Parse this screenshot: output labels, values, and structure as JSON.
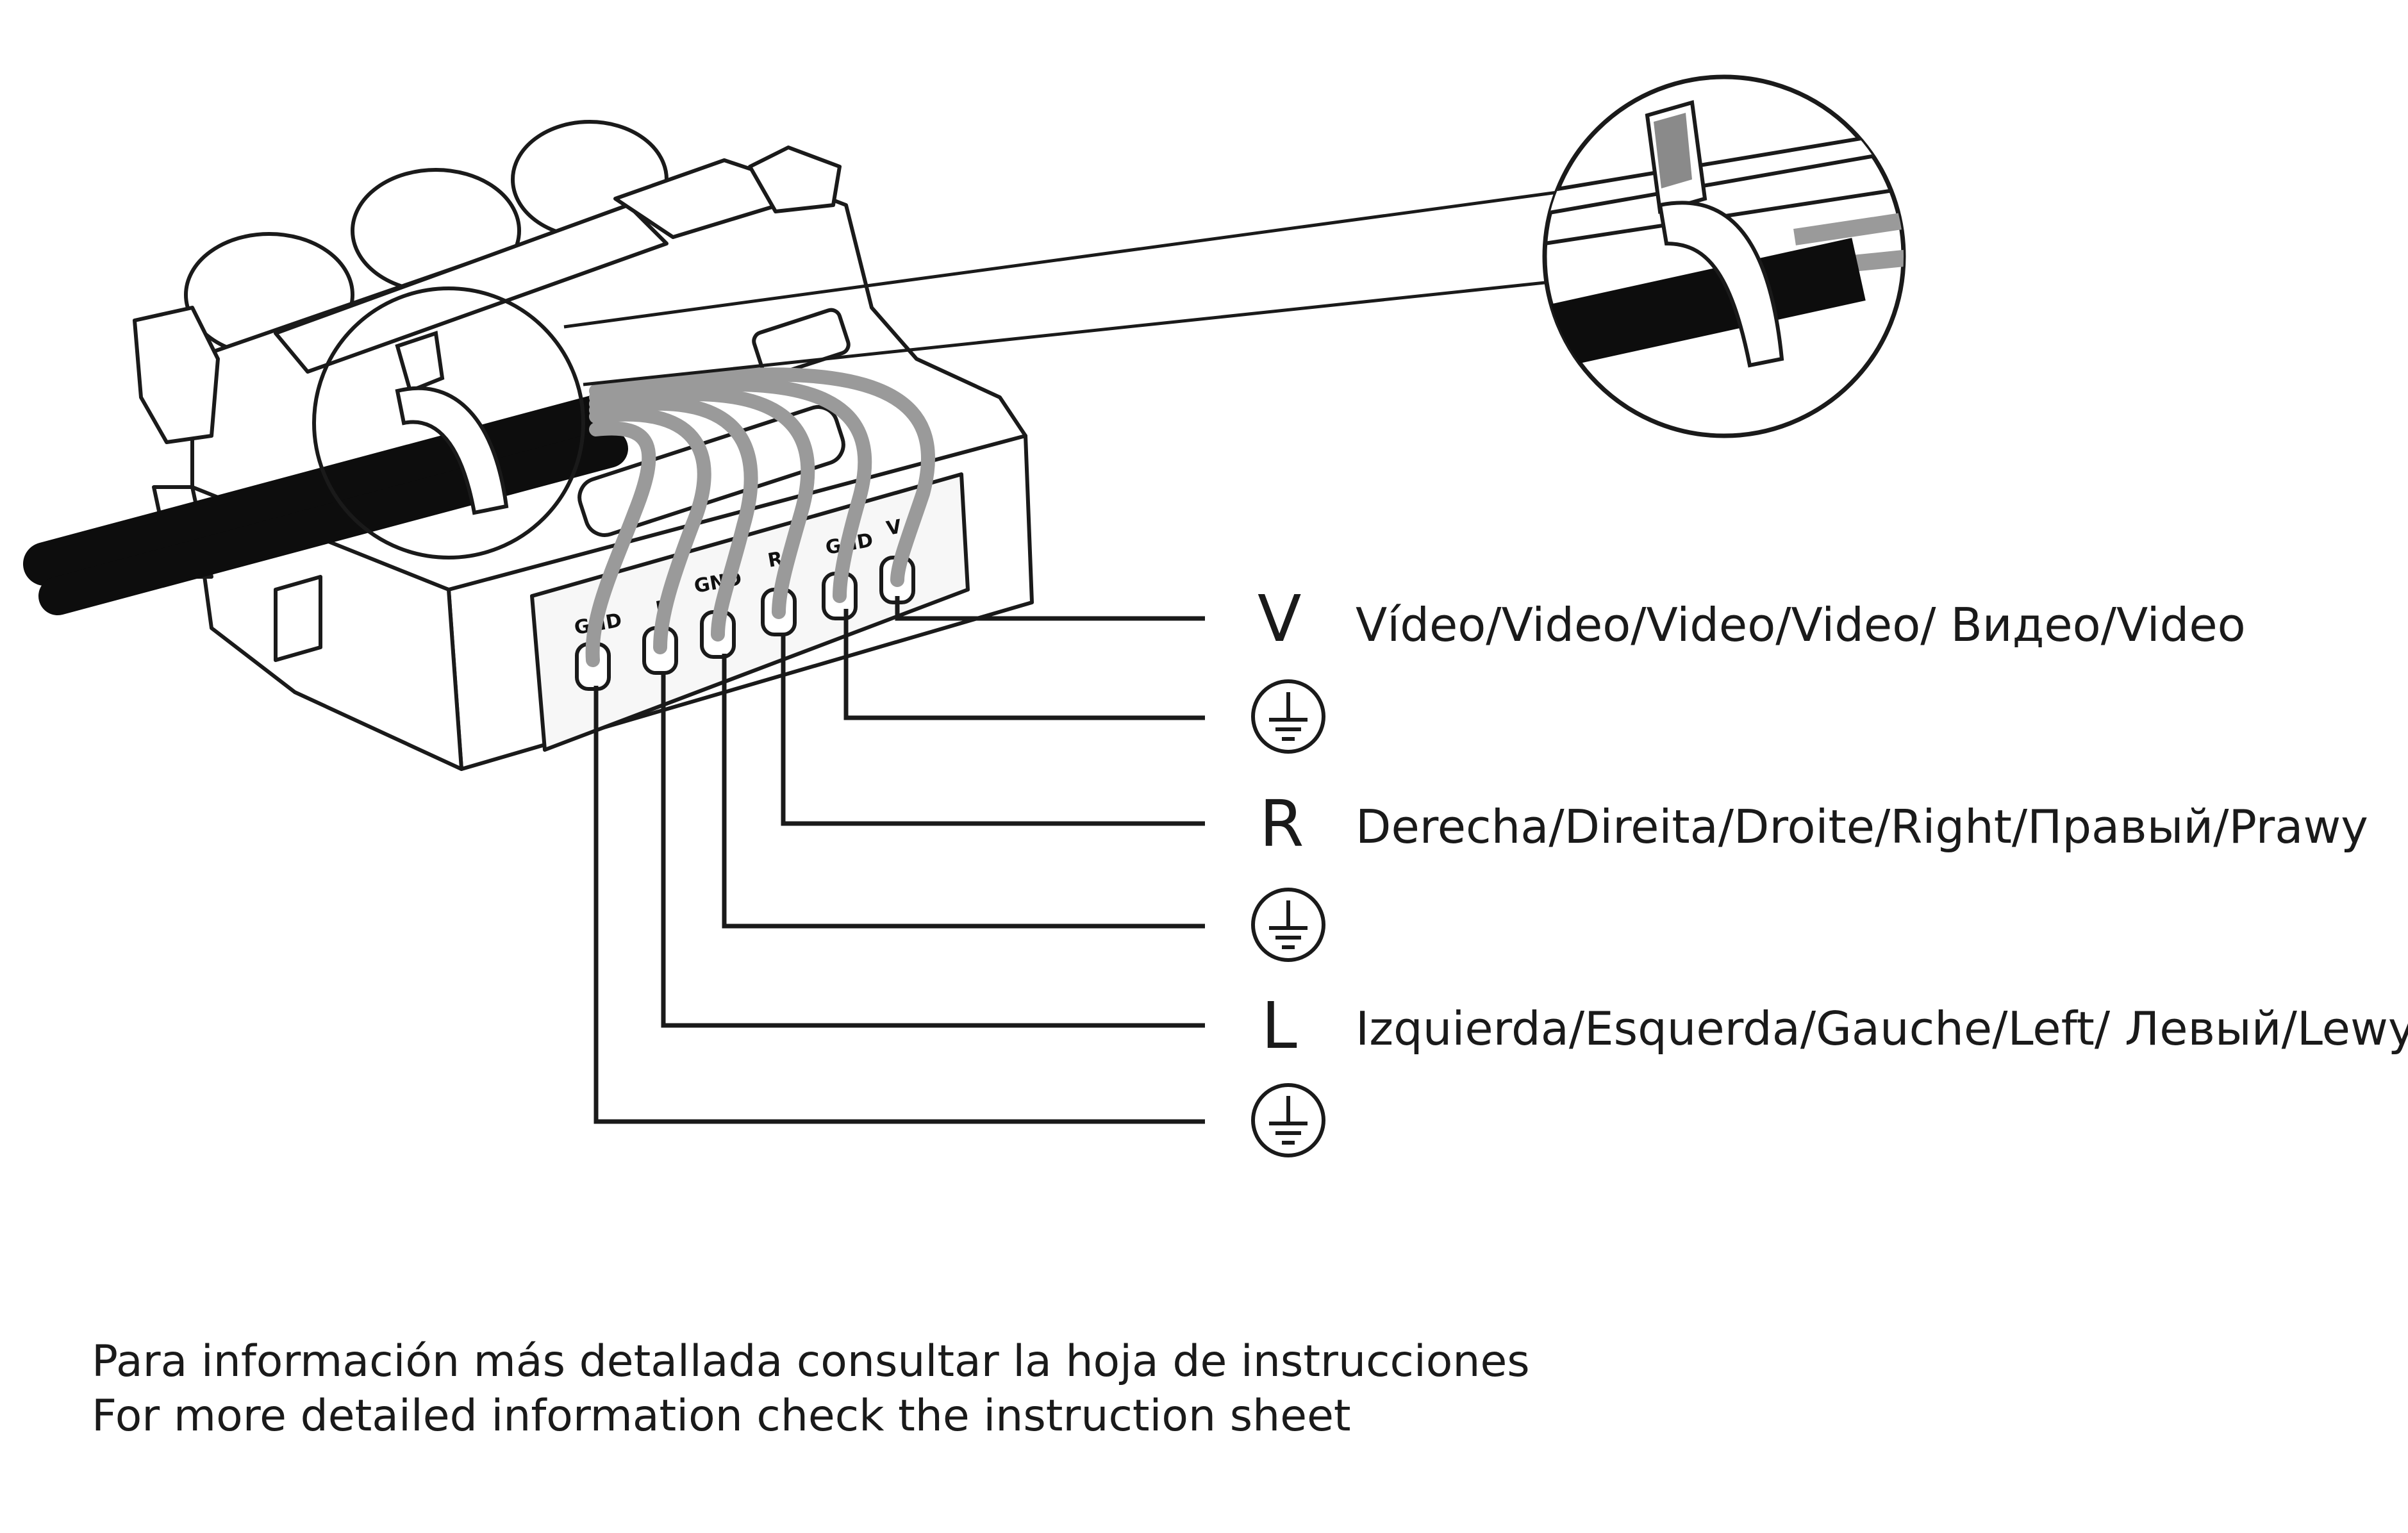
{
  "terminal_labels": [
    "GND",
    "L",
    "GND",
    "R",
    "GND",
    "V"
  ],
  "connections": [
    {
      "symbol": "V",
      "description": "Vídeo/Video/Video/Video/ Видео/Video"
    },
    {
      "symbol_icon": "ground-icon",
      "description": ""
    },
    {
      "symbol": "R",
      "description": "Derecha/Direita/Droite/Right/Правый/Prawy"
    },
    {
      "symbol_icon": "ground-icon",
      "description": ""
    },
    {
      "symbol": "L",
      "description": "Izquierda/Esquerda/Gauche/Left/ Левый/Lewy"
    },
    {
      "symbol_icon": "ground-icon",
      "description": ""
    }
  ],
  "footnote": {
    "line_es": "Para información más detallada consultar la hoja de instrucciones",
    "line_en": "For more detailed information check the instruction sheet"
  },
  "colors": {
    "line": "#1a1a1a",
    "cable": "#0d0d0d",
    "wire": "#9a9a9a",
    "background": "#ffffff"
  }
}
